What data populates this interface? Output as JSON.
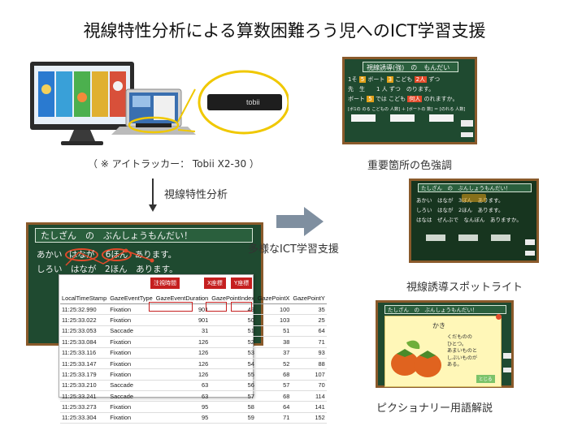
{
  "title": "視線特性分析による算数困難ろう児へのICT学習支援",
  "eyetracker_caption": "（ ※  アイトラッカー： Tobii X2-30 ）",
  "tobii_logo": "tobii",
  "step_arrow_label": "視線特性分析",
  "center_label": "多様なICT学習支援",
  "captions": {
    "color": "重要箇所の色強調",
    "spotlight": "視線誘導スポットライト",
    "dictionary": "ピクショナリー用語解説"
  },
  "board_main": {
    "heading": "たしざん　の　ぶんしょうもんだい！",
    "line1_a": "あかい",
    "line1_b": "はなが",
    "line1_c": "6ほん",
    "line1_d": "あります。",
    "line2": "しろい　はなが　2ほん　あります。"
  },
  "board_color": {
    "heading": "視線誘導(強)　の　もんだい",
    "row1": [
      "1そ",
      "ボート",
      "こども",
      "ずつ"
    ],
    "row2": "先　生　　1 人 ずつ　のります。",
    "row3": [
      "ボート",
      "では",
      "こども",
      "のれますか。"
    ],
    "row4": "[ボ1の のる こどもの 人数] ＋ [ボートの 数] ＝ [のれる 人数]"
  },
  "board_spot": {
    "heading": "たしざん　の　ぶんしょうもんだい！",
    "line1": "あかい　はなが　3ぼん　あります。",
    "line2": "しろい　はなが　2ほん　あります。",
    "line3": "はなは　ぜんぶで　なんぼん　ありますか。"
  },
  "board_dict": {
    "heading": "たしざん　の　ぶんしょうもんだい！",
    "word": "かき",
    "desc": "くだものの\nひとつ。\nあまいものと\nしぶいものが\nある。",
    "close": "とじる"
  },
  "table_tags": {
    "duration": "注視時間",
    "x": "X座標",
    "y": "Y座標"
  },
  "table": {
    "headers": [
      "LocalTimeStamp",
      "GazeEventType",
      "GazeEventDuration",
      "GazePointIndex",
      "GazePointX",
      "GazePointY"
    ],
    "rows": [
      [
        "11:25:32.990",
        "Fixation",
        "901",
        "49",
        "100",
        "35"
      ],
      [
        "11:25:33.022",
        "Fixation",
        "901",
        "50",
        "103",
        "25"
      ],
      [
        "11:25:33.053",
        "Saccade",
        "31",
        "51",
        "51",
        "64"
      ],
      [
        "11:25:33.084",
        "Fixation",
        "126",
        "52",
        "38",
        "71"
      ],
      [
        "11:25:33.116",
        "Fixation",
        "126",
        "53",
        "37",
        "93"
      ],
      [
        "11:25:33.147",
        "Fixation",
        "126",
        "54",
        "52",
        "88"
      ],
      [
        "11:25:33.179",
        "Fixation",
        "126",
        "55",
        "68",
        "107"
      ],
      [
        "11:25:33.210",
        "Saccade",
        "63",
        "56",
        "57",
        "70"
      ],
      [
        "11:25:33.241",
        "Saccade",
        "63",
        "57",
        "68",
        "114"
      ],
      [
        "11:25:33.273",
        "Fixation",
        "95",
        "58",
        "64",
        "141"
      ],
      [
        "11:25:33.304",
        "Fixation",
        "95",
        "59",
        "71",
        "152"
      ]
    ]
  },
  "colors": {
    "board": "#1f4a30",
    "frame": "#8a5a2b",
    "accent": "#e2a018",
    "red": "#c51f1f",
    "arrow": "#7f8fa0"
  }
}
